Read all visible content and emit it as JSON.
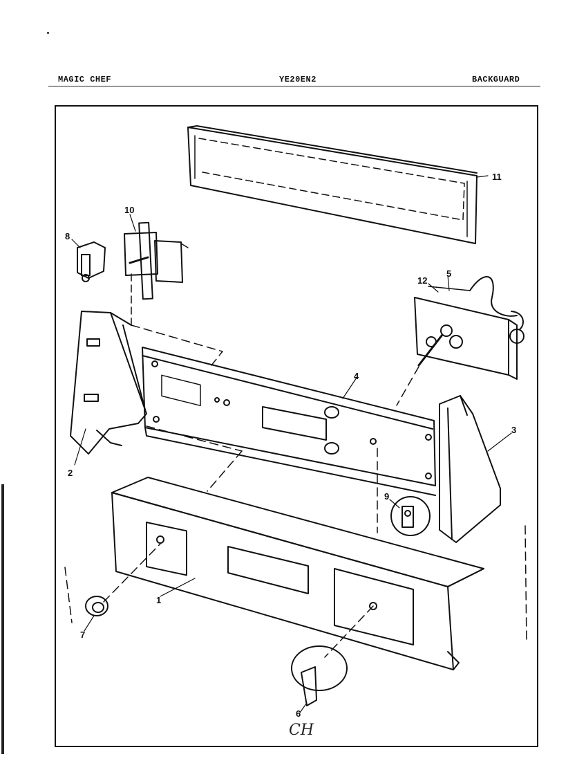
{
  "header": {
    "brand": "MAGIC CHEF",
    "model": "YE20EN2",
    "section": "BACKGUARD"
  },
  "callouts": {
    "c1": "1",
    "c2": "2",
    "c3": "3",
    "c4": "4",
    "c5": "5",
    "c6": "6",
    "c7": "7",
    "c8": "8",
    "c9": "9",
    "c10": "10",
    "c11": "11",
    "c12": "12"
  },
  "signature": "CH",
  "colors": {
    "ink": "#111111",
    "paper": "#ffffff"
  }
}
